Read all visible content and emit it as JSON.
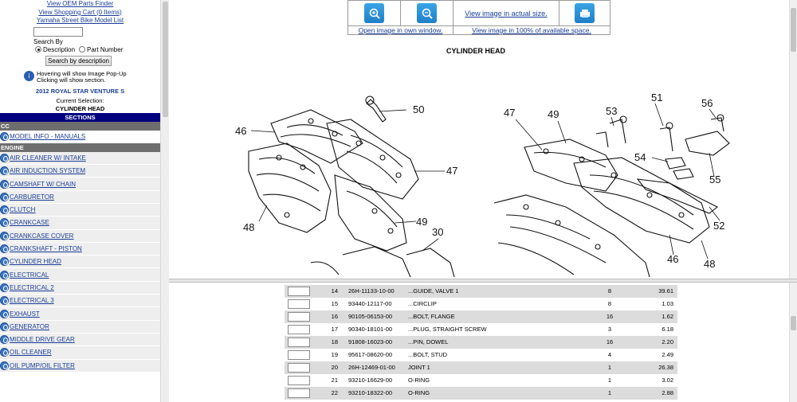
{
  "sidebar": {
    "top_links": [
      "View OEM Parts Finder",
      "View Shopping Cart (0 Items)",
      "Yamaha Street Bike Model List"
    ],
    "search_value": "",
    "search_by_label": "Search By",
    "radio_description": "Description",
    "radio_part_number": "Part Number",
    "search_button": "Search by description",
    "hover_note_line1": "Hovering will show Image Pop-Up",
    "hover_note_line2": "Clicking will show section.",
    "model": "2012 ROYAL STAR VENTURE S",
    "current_selection_label": "Current Selection:",
    "current_selection_value": "CYLINDER HEAD",
    "sections_label": "SECTIONS",
    "categories": [
      {
        "name": "CC",
        "items": [
          "MODEL INFO - MANUALS"
        ]
      },
      {
        "name": "ENGINE",
        "items": [
          "AIR CLEANER W/ INTAKE",
          "AIR INDUCTION SYSTEM",
          "CAMSHAFT W/ CHAIN",
          "CARBURETOR",
          "CLUTCH",
          "CRANKCASE",
          "CRANKCASE COVER",
          "CRANKSHAFT - PISTON",
          "CYLINDER HEAD",
          "ELECTRICAL",
          "ELECTRICAL 2",
          "ELECTRICAL 3",
          "EXHAUST",
          "GENERATOR",
          "MIDDLE DRIVE GEAR",
          "OIL CLEANER",
          "OIL PUMP/OIL FILTER"
        ]
      }
    ]
  },
  "toolbar": {
    "actual_size_link": "View image in actual size.",
    "open_window_link": "Open image in own window.",
    "fill_space_link": "View image in 100% of available space."
  },
  "diagram": {
    "title": "CYLINDER HEAD",
    "callouts": [
      "50",
      "46",
      "47",
      "49",
      "48",
      "30",
      "47",
      "49",
      "53",
      "51",
      "56",
      "54",
      "55",
      "52",
      "46",
      "48"
    ]
  },
  "parts": [
    {
      "ref": "14",
      "part_number": "26H-11133-10-00",
      "description": "...GUIDE, VALVE 1",
      "qty": "8",
      "price": "39.61"
    },
    {
      "ref": "15",
      "part_number": "93440-12117-00",
      "description": "...CIRCLIP",
      "qty": "8",
      "price": "1.03"
    },
    {
      "ref": "16",
      "part_number": "90105-06153-00",
      "description": "...BOLT, FLANGE",
      "qty": "16",
      "price": "1.62"
    },
    {
      "ref": "17",
      "part_number": "90340-18101-00",
      "description": "...PLUG, STRAIGHT SCREW",
      "qty": "3",
      "price": "6.18"
    },
    {
      "ref": "18",
      "part_number": "91808-16023-00",
      "description": "...PIN, DOWEL",
      "qty": "16",
      "price": "2.20"
    },
    {
      "ref": "19",
      "part_number": "95617-08620-00",
      "description": "...BOLT, STUD",
      "qty": "4",
      "price": "2.49"
    },
    {
      "ref": "20",
      "part_number": "26H-12469-01-00",
      "description": "JOINT 1",
      "qty": "1",
      "price": "26.38"
    },
    {
      "ref": "21",
      "part_number": "93210-16629-00",
      "description": "O-RING",
      "qty": "1",
      "price": "3.02"
    },
    {
      "ref": "22",
      "part_number": "93210-18322-00",
      "description": "O-RING",
      "qty": "1",
      "price": "2.88"
    }
  ]
}
